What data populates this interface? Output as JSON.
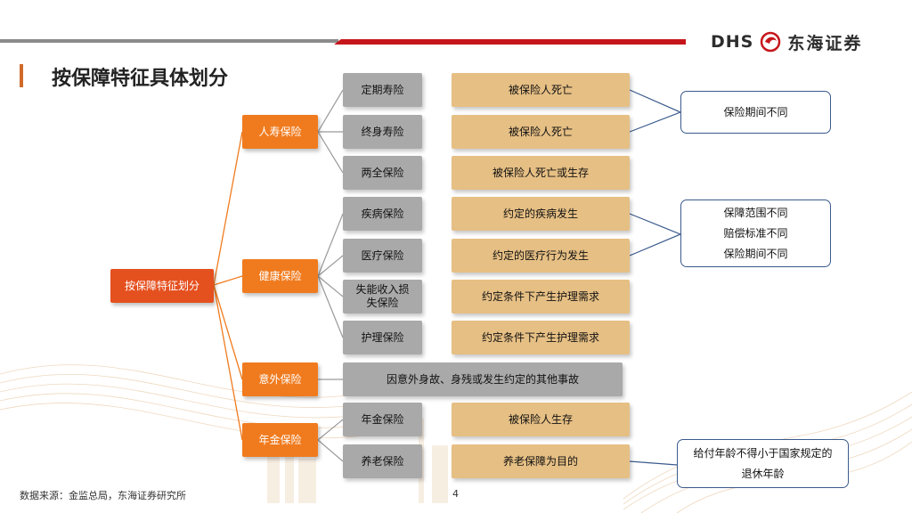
{
  "header": {
    "logo_latin": "DHS",
    "logo_chinese": "东海证券"
  },
  "title": "按保障特征具体划分",
  "root": "按保障特征划分",
  "categories": [
    {
      "label": "人寿保险",
      "items": [
        {
          "name": "定期寿险",
          "feature": "被保险人死亡"
        },
        {
          "name": "终身寿险",
          "feature": "被保险人死亡"
        },
        {
          "name": "两全保险",
          "feature": "被保险人死亡或生存"
        }
      ]
    },
    {
      "label": "健康保险",
      "items": [
        {
          "name": "疾病保险",
          "feature": "约定的疾病发生"
        },
        {
          "name": "医疗保险",
          "feature": "约定的医疗行为发生"
        },
        {
          "name": "失能收入损失保险",
          "feature": "约定条件下产生护理需求"
        },
        {
          "name": "护理保险",
          "feature": "约定条件下产生护理需求"
        }
      ]
    },
    {
      "label": "意外保险",
      "items": [
        {
          "name": "因意外身故、身残或发生约定的其他事故"
        }
      ]
    },
    {
      "label": "年金保险",
      "items": [
        {
          "name": "年金保险",
          "feature": "被保险人生存"
        },
        {
          "name": "养老保险",
          "feature": "养老保障为目的"
        }
      ]
    }
  ],
  "notes": [
    {
      "lines": [
        "保险期间不同"
      ]
    },
    {
      "lines": [
        "保障范围不同",
        "赔偿标准不同",
        "保险期间不同"
      ]
    },
    {
      "lines": [
        "给付年龄不得小于国家规定的",
        "退休年龄"
      ]
    }
  ],
  "footer": {
    "source": "数据来源：金监总局，东海证券研究所",
    "page": "4"
  },
  "colors": {
    "root": "#e5501f",
    "category": "#f07b1e",
    "item": "#a9a9a9",
    "feature": "#e6bf84",
    "note_border": "#3a5a8c",
    "accent_red": "#c6161b"
  }
}
